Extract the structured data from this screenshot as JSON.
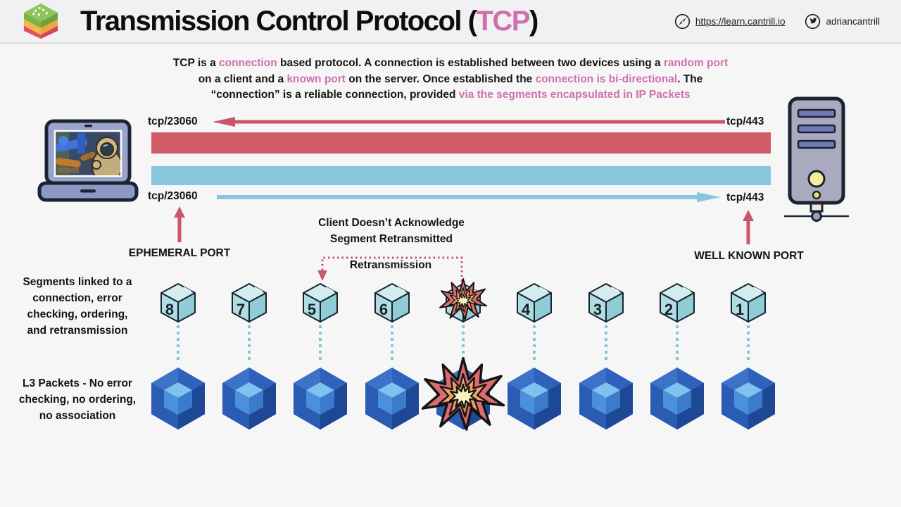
{
  "header": {
    "title_prefix": "Transmission Control Protocol (",
    "title_accent": "TCP",
    "title_suffix": ")",
    "site_link": "https://learn.cantrill.io",
    "twitter_handle": "adriancantrill"
  },
  "intro": {
    "lines": [
      [
        {
          "t": "TCP is a ",
          "h": false
        },
        {
          "t": "connection",
          "h": true
        },
        {
          "t": " based protocol. A connection is established between two devices using a ",
          "h": false
        },
        {
          "t": "random port",
          "h": true
        }
      ],
      [
        {
          "t": "on a client and a ",
          "h": false
        },
        {
          "t": "known port",
          "h": true
        },
        {
          "t": " on the server. Once established the ",
          "h": false
        },
        {
          "t": "connection is bi-directional",
          "h": true
        },
        {
          "t": ". The",
          "h": false
        }
      ],
      [
        {
          "t": "“connection” is a reliable connection, provided ",
          "h": false
        },
        {
          "t": "via the segments encapsulated in IP Packets",
          "h": true
        }
      ]
    ]
  },
  "connection": {
    "client_port_top": "tcp/23060",
    "client_port_bottom": "tcp/23060",
    "server_port_top": "tcp/443",
    "server_port_bottom": "tcp/443",
    "ephemeral_label": "EPHEMERAL PORT",
    "well_known_label": "WELL KNOWN PORT"
  },
  "retransmission": {
    "note_line1": "Client Doesn’t Acknowledge",
    "note_line2": "Segment Retransmitted",
    "label": "Retransmission"
  },
  "segments": {
    "caption": "Segments linked to a\nconnection, error\nchecking, ordering,\nand retransmission",
    "items": [
      {
        "label": "8",
        "exploded": false
      },
      {
        "label": "7",
        "exploded": false
      },
      {
        "label": "5",
        "exploded": false
      },
      {
        "label": "6",
        "exploded": false
      },
      {
        "label": "",
        "exploded": true
      },
      {
        "label": "4",
        "exploded": false
      },
      {
        "label": "3",
        "exploded": false
      },
      {
        "label": "2",
        "exploded": false
      },
      {
        "label": "1",
        "exploded": false
      }
    ]
  },
  "packets": {
    "caption": "L3 Packets - No error\nchecking, no ordering,\nno association",
    "items": [
      {
        "exploded": false
      },
      {
        "exploded": false
      },
      {
        "exploded": false
      },
      {
        "exploded": false
      },
      {
        "exploded": true
      },
      {
        "exploded": false
      },
      {
        "exploded": false
      },
      {
        "exploded": false
      },
      {
        "exploded": false
      }
    ]
  },
  "colors": {
    "accent_pink": "#d06fae",
    "arrow_red": "#c9566b",
    "bar_red": "#cf5a68",
    "bar_blue": "#87c6dc",
    "dotted_blue": "#7ec8d8"
  }
}
